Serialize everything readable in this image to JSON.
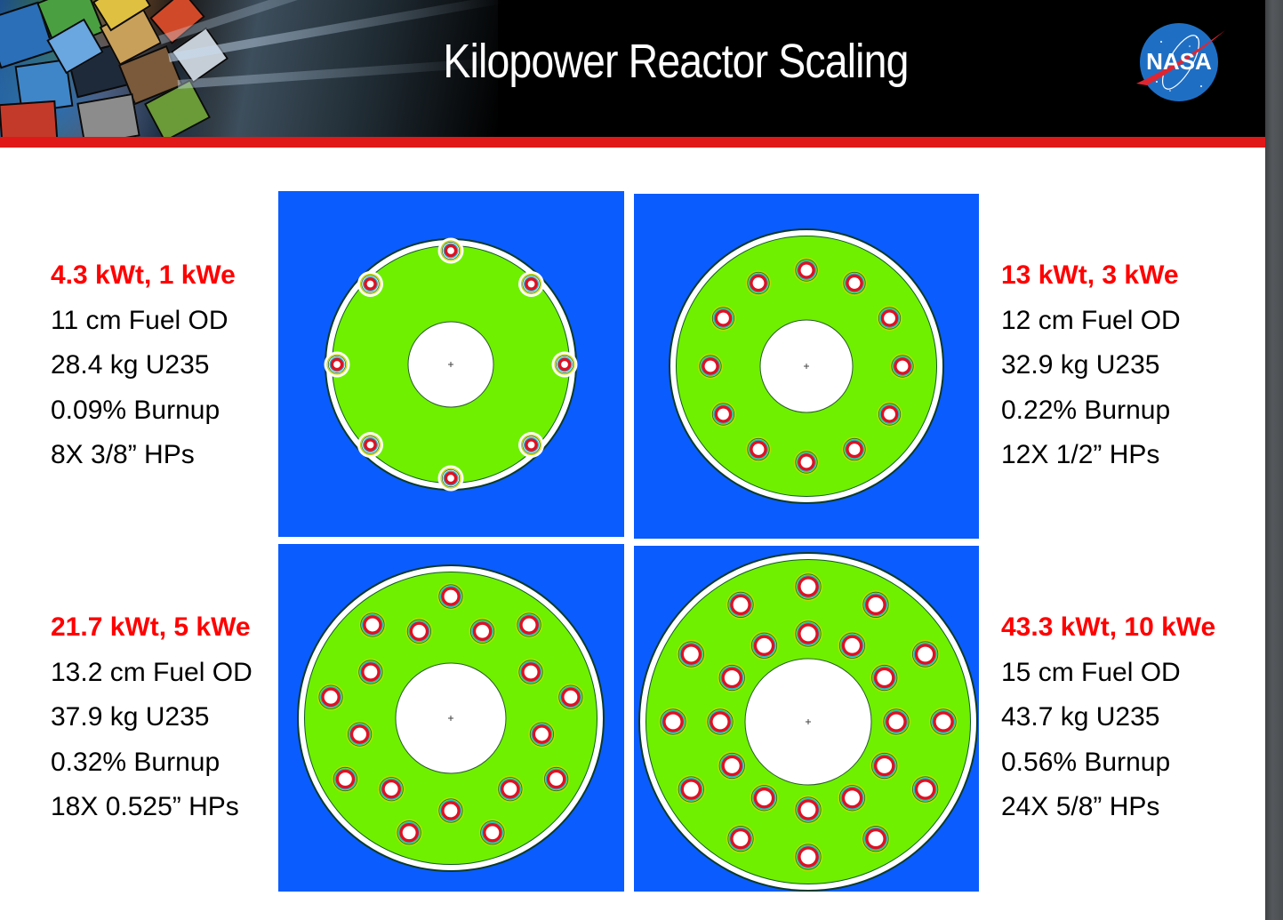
{
  "slide": {
    "title": "Kilopower Reactor Scaling",
    "logo": {
      "label": "NASA",
      "icon": "nasa-meatball-icon"
    },
    "colors": {
      "header_bg": "#000000",
      "accent_bar": "#e01818",
      "spec_heading": "#ff0000",
      "diagram_background": "#0a5cff",
      "fuel_green": "#6ef000",
      "heat_pipe_red": "#e01020"
    }
  },
  "configs": [
    {
      "power": "4.3 kWt, 1 kWe",
      "fuel_od": "11 cm Fuel OD",
      "u235": "28.4 kg U235",
      "burnup": "0.09% Burnup",
      "heat_pipes": "8X 3/8” HPs",
      "hp_count": 8
    },
    {
      "power": "13 kWt, 3 kWe",
      "fuel_od": "12 cm Fuel OD",
      "u235": "32.9 kg U235",
      "burnup": "0.22% Burnup",
      "heat_pipes": "12X 1/2” HPs",
      "hp_count": 12
    },
    {
      "power": "21.7 kWt, 5 kWe",
      "fuel_od": "13.2 cm Fuel OD",
      "u235": "37.9 kg U235",
      "burnup": "0.32% Burnup",
      "heat_pipes": "18X 0.525” HPs",
      "hp_count": 18
    },
    {
      "power": "43.3 kWt, 10 kWe",
      "fuel_od": "15 cm Fuel OD",
      "u235": "43.7 kg U235",
      "burnup": "0.56% Burnup",
      "heat_pipes": "24X 5/8” HPs",
      "hp_count": 24
    }
  ]
}
